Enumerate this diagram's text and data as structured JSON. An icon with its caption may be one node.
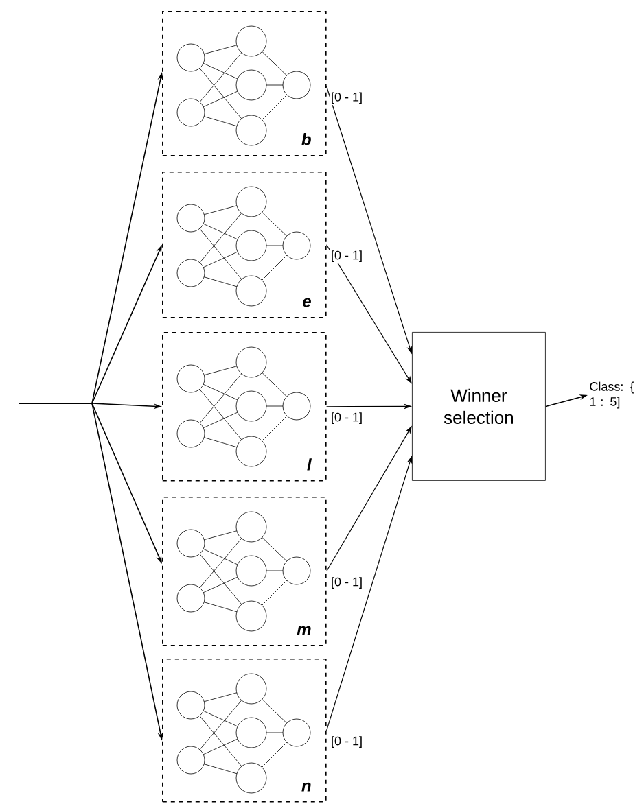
{
  "diagram": {
    "nodes": [
      {
        "text": [
          "b"
        ]
      },
      {
        "text": [
          "e"
        ]
      },
      {
        "text": [
          "l"
        ]
      },
      {
        "text": [
          "m"
        ]
      },
      {
        "text": [
          "n"
        ]
      },
      {
        "text": [
          "Winner selection"
        ]
      },
      {
        "text": [
          "Class: { 1 : 5]"
        ]
      }
    ],
    "edges": [
      {
        "from": null,
        "to": 0,
        "arrow": "to"
      },
      {
        "from": null,
        "to": 1,
        "arrow": "to"
      },
      {
        "from": null,
        "to": 2,
        "arrow": "to"
      },
      {
        "from": null,
        "to": 3,
        "arrow": "to"
      },
      {
        "from": null,
        "to": 4,
        "arrow": "to"
      },
      {
        "from": 0,
        "to": 5,
        "arrow": "to",
        "label": "[0 - 1]"
      },
      {
        "from": 1,
        "to": 5,
        "arrow": "to",
        "label": "[0 - 1]"
      },
      {
        "from": 2,
        "to": 5,
        "arrow": "to",
        "label": "[0 - 1]"
      },
      {
        "from": 3,
        "to": 5,
        "arrow": "to",
        "label": "[0 - 1]"
      },
      {
        "from": 4,
        "to": 5,
        "arrow": "to",
        "label": "[0 - 1]"
      },
      {
        "from": 5,
        "to": 6,
        "arrow": "to"
      }
    ]
  }
}
